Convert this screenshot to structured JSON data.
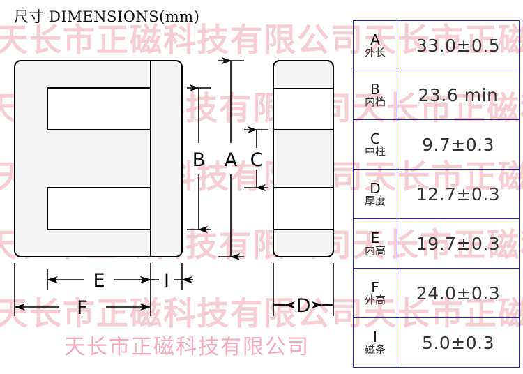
{
  "title": "尺寸 DIMENSIONS(mm)",
  "company_caption": "天长市正磁科技有限公司",
  "watermark": {
    "text": "天长市正磁科技有限公司",
    "color": "#f7cdd4",
    "rows": [
      "天长市正磁科技有限公司天长市正磁科技有限公司",
      "天长市正磁科技有限公司天长市正磁科技有限公司",
      "天长市正磁科技有限公司天长市正磁科技有限公司",
      "天长市正磁科技有限公司天长市正磁科技有限公司",
      "天长市正磁科技有限公司天长市正磁科技有限公司"
    ]
  },
  "drawing": {
    "front_view_label": "E-core front view",
    "side_view_label": "E-core side view",
    "dimension_labels": {
      "A": "A",
      "B": "B",
      "C": "C",
      "D": "D",
      "E": "E",
      "F": "F",
      "I": "I"
    },
    "core_fill": "#f5f5f5",
    "line_color": "#000000"
  },
  "table": {
    "border_color": "#2222dd",
    "columns": [
      "symbol",
      "value"
    ],
    "rows": [
      {
        "symbol": "A",
        "symbol_cn": "外长",
        "value": "33.0±0.5"
      },
      {
        "symbol": "B",
        "symbol_cn": "内档",
        "value": "23.6 min"
      },
      {
        "symbol": "C",
        "symbol_cn": "中柱",
        "value": "9.7±0.3"
      },
      {
        "symbol": "D",
        "symbol_cn": "厚度",
        "value": "12.7±0.3"
      },
      {
        "symbol": "E",
        "symbol_cn": "内高",
        "value": "19.7±0.3"
      },
      {
        "symbol": "F",
        "symbol_cn": "外高",
        "value": "24.0±0.3"
      },
      {
        "symbol": "I",
        "symbol_cn": "磁条",
        "value": "5.0±0.3"
      }
    ]
  }
}
